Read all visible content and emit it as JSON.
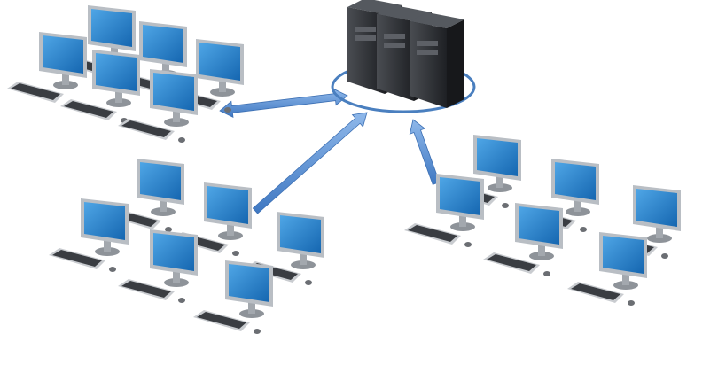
{
  "scene": {
    "groups": [
      {
        "name": "top-left-workgroup",
        "computers": 6
      },
      {
        "name": "bottom-left-workgroup",
        "computers": 6
      },
      {
        "name": "right-workgroup",
        "computers": 6
      }
    ],
    "server_units": 3,
    "colors": {
      "screen": "#1f7fc8",
      "screen_light": "#4fa6e6",
      "bezel": "#b9bec4",
      "keyboard": "#3a3d42",
      "server": "#2b2d31",
      "arrow": "#5b93d6",
      "ring": "#4a7fbf"
    }
  }
}
